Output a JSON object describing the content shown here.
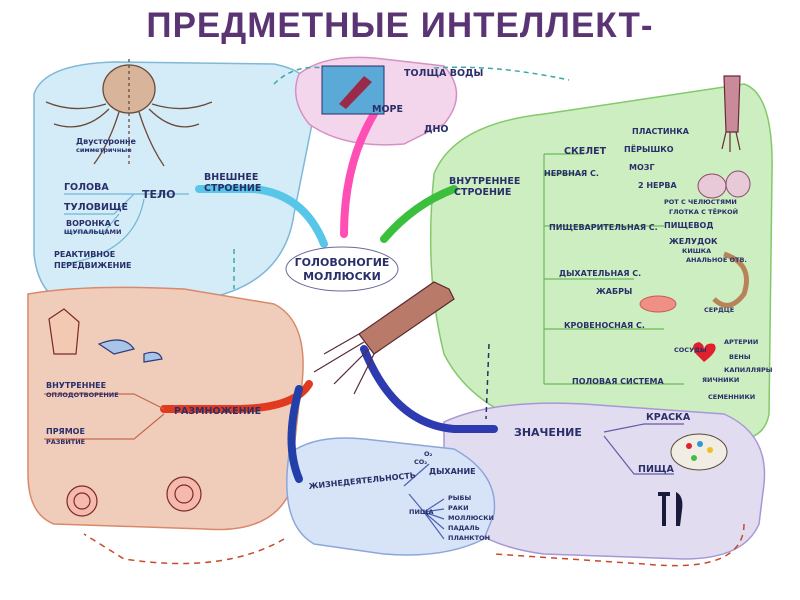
{
  "title": "ПРЕДМЕТНЫЕ ИНТЕЛЛЕКТ-",
  "center": {
    "line1": "ГОЛОВОНОГИЕ",
    "line2": "МОЛЛЮСКИ"
  },
  "top": {
    "water": "ТОЛЩА ВОДЫ",
    "sea": "МОРЕ",
    "bottom": "ДНО"
  },
  "external": {
    "title_line1": "ВНЕШНЕЕ",
    "title_line2": "СТРОЕНИЕ",
    "body": "ТЕЛО",
    "symmetry1": "Двусторонне",
    "symmetry2": "симметричные",
    "head": "ГОЛОВА",
    "torso": "ТУЛОВИЩЕ",
    "funnel1": "ВОРОНКА С",
    "funnel2": "ЩУПАЛЬЦАМИ",
    "jet1": "РЕАКТИВНОЕ",
    "jet2": "ПЕРЕДВИЖЕНИЕ"
  },
  "internal": {
    "title_line1": "ВНУТРЕННЕЕ",
    "title_line2": "СТРОЕНИЕ",
    "skeleton": "СКЕЛЕТ",
    "plate": "ПЛАСТИНКА",
    "quill": "ПЁРЫШКО",
    "nervous": "НЕРВНАЯ С.",
    "brain": "МОЗГ",
    "nerves": "2 НЕРВА",
    "digestive": "ПИЩЕВАРИТЕЛЬНАЯ С.",
    "mouth": "РОТ С ЧЕЛЮСТЯМИ",
    "pharynx": "ГЛОТКА С ТЁРКОЙ",
    "esophagus": "ПИЩЕВОД",
    "stomach": "ЖЕЛУДОК",
    "intestine": "КИШКА",
    "anal": "АНАЛЬНОЕ ОТВ.",
    "respiratory": "ДЫХАТЕЛЬНАЯ С.",
    "gills": "ЖАБРЫ",
    "circulatory": "КРОВЕНОСНАЯ С.",
    "heart": "СЕРДЦЕ",
    "vessels": "СОСУДЫ",
    "arteries": "АРТЕРИИ",
    "veins": "ВЕНЫ",
    "capillaries": "КАПИЛЛЯРЫ",
    "reproductive": "ПОЛОВАЯ СИСТЕМА",
    "ovaries": "ЯИЧНИКИ",
    "testes": "СЕМЕННИКИ"
  },
  "reproduction": {
    "title": "РАЗМНОЖЕНИЕ",
    "inner1": "ВНУТРЕННЕЕ",
    "inner2": "ОПЛОДОТВОРЕНИЕ",
    "direct1": "ПРЯМОЕ",
    "direct2": "РАЗВИТИЕ"
  },
  "life": {
    "title": "ЖИЗНЕДЕЯТЕЛЬНОСТЬ",
    "breathing": "ДЫХАНИЕ",
    "o2": "O₂",
    "co2": "CO₂",
    "food": "ПИЩА",
    "fish": "РЫБЫ",
    "crayfish": "РАКИ",
    "mollusks": "МОЛЛЮСКИ",
    "carrion": "ПАДАЛЬ",
    "plankton": "ПЛАНКТОН"
  },
  "significance": {
    "title": "ЗНАЧЕНИЕ",
    "paint": "КРАСКА",
    "food": "ПИЩА"
  },
  "colors": {
    "title": "#5a3473",
    "blue_bubble": "#d4ecf7",
    "green_bubble": "#cdeec0",
    "red_bubble": "#f0cdbb",
    "purple_bubble": "#e2dcf1",
    "ink": "#2a2f6a"
  }
}
